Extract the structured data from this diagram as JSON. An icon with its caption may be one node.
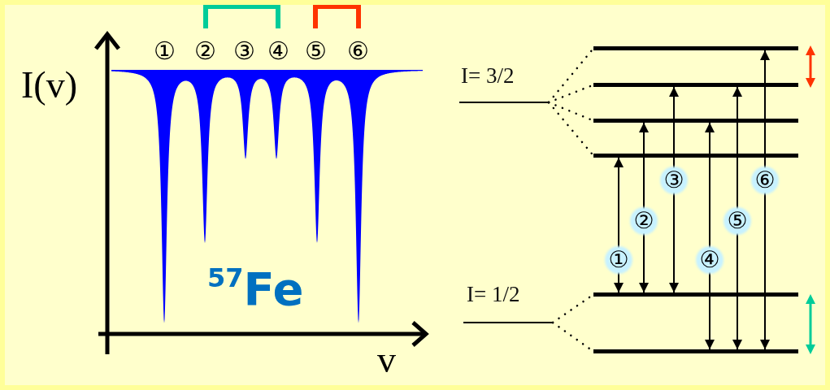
{
  "diagram": {
    "nodes": [
      {
        "text": [
          "I= 3/2"
        ]
      },
      {
        "text": [],
        "shape": "bar"
      },
      {
        "text": [],
        "shape": "bar"
      },
      {
        "text": [],
        "shape": "bar"
      },
      {
        "text": [],
        "shape": "bar"
      },
      {
        "text": [
          "I= 1/2"
        ]
      },
      {
        "text": [],
        "shape": "bar"
      },
      {
        "text": [],
        "shape": "bar"
      }
    ],
    "edges": [
      {
        "from": 0,
        "to": 1,
        "arrow": "none",
        "style": "dashed"
      },
      {
        "from": 0,
        "to": 2,
        "arrow": "none",
        "style": "dashed"
      },
      {
        "from": 0,
        "to": 3,
        "arrow": "none",
        "style": "dashed"
      },
      {
        "from": 0,
        "to": 4,
        "arrow": "none",
        "style": "dashed"
      },
      {
        "from": 5,
        "to": 6,
        "arrow": "none",
        "style": "dashed"
      },
      {
        "from": 5,
        "to": 7,
        "arrow": "none",
        "style": "dashed"
      },
      {
        "from": 6,
        "to": 4,
        "arrow": "both",
        "label": "①"
      },
      {
        "from": 6,
        "to": 3,
        "arrow": "both",
        "label": "②"
      },
      {
        "from": 6,
        "to": 2,
        "arrow": "both",
        "label": "③"
      },
      {
        "from": 7,
        "to": 3,
        "arrow": "both",
        "label": "④"
      },
      {
        "from": 7,
        "to": 2,
        "arrow": "both",
        "label": "⑤"
      },
      {
        "from": 7,
        "to": 1,
        "arrow": "both",
        "label": "⑥"
      }
    ],
    "labels": [
      "①",
      "②",
      "③",
      "④",
      "⑤",
      "⑥",
      "I(v)",
      "$^{57}$Fe",
      "v"
    ]
  }
}
